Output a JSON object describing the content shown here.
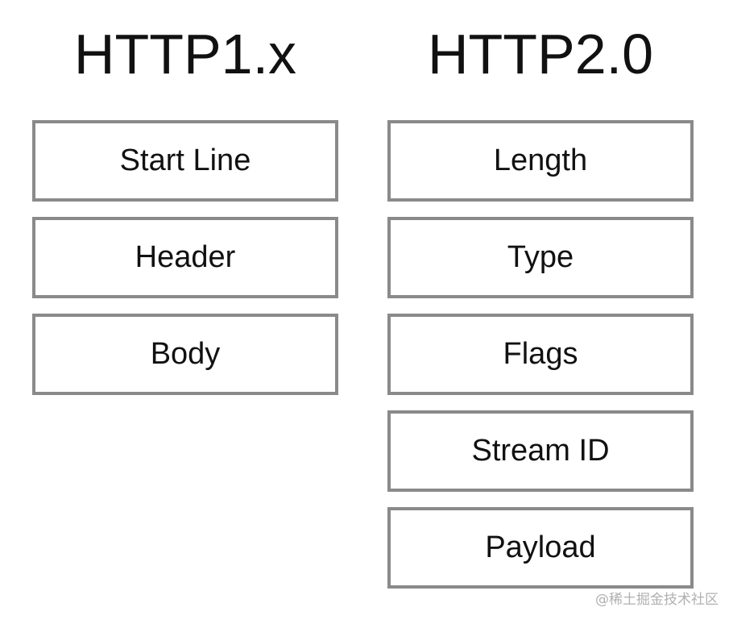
{
  "columns": {
    "left": {
      "title": "HTTP1.x",
      "boxes": [
        "Start Line",
        "Header",
        "Body"
      ]
    },
    "right": {
      "title": "HTTP2.0",
      "boxes": [
        "Length",
        "Type",
        "Flags",
        "Stream ID",
        "Payload"
      ]
    }
  },
  "watermark": "@稀土掘金技术社区",
  "colors": {
    "box_border": "#8a8a8a",
    "text": "#111111",
    "background": "#ffffff"
  }
}
